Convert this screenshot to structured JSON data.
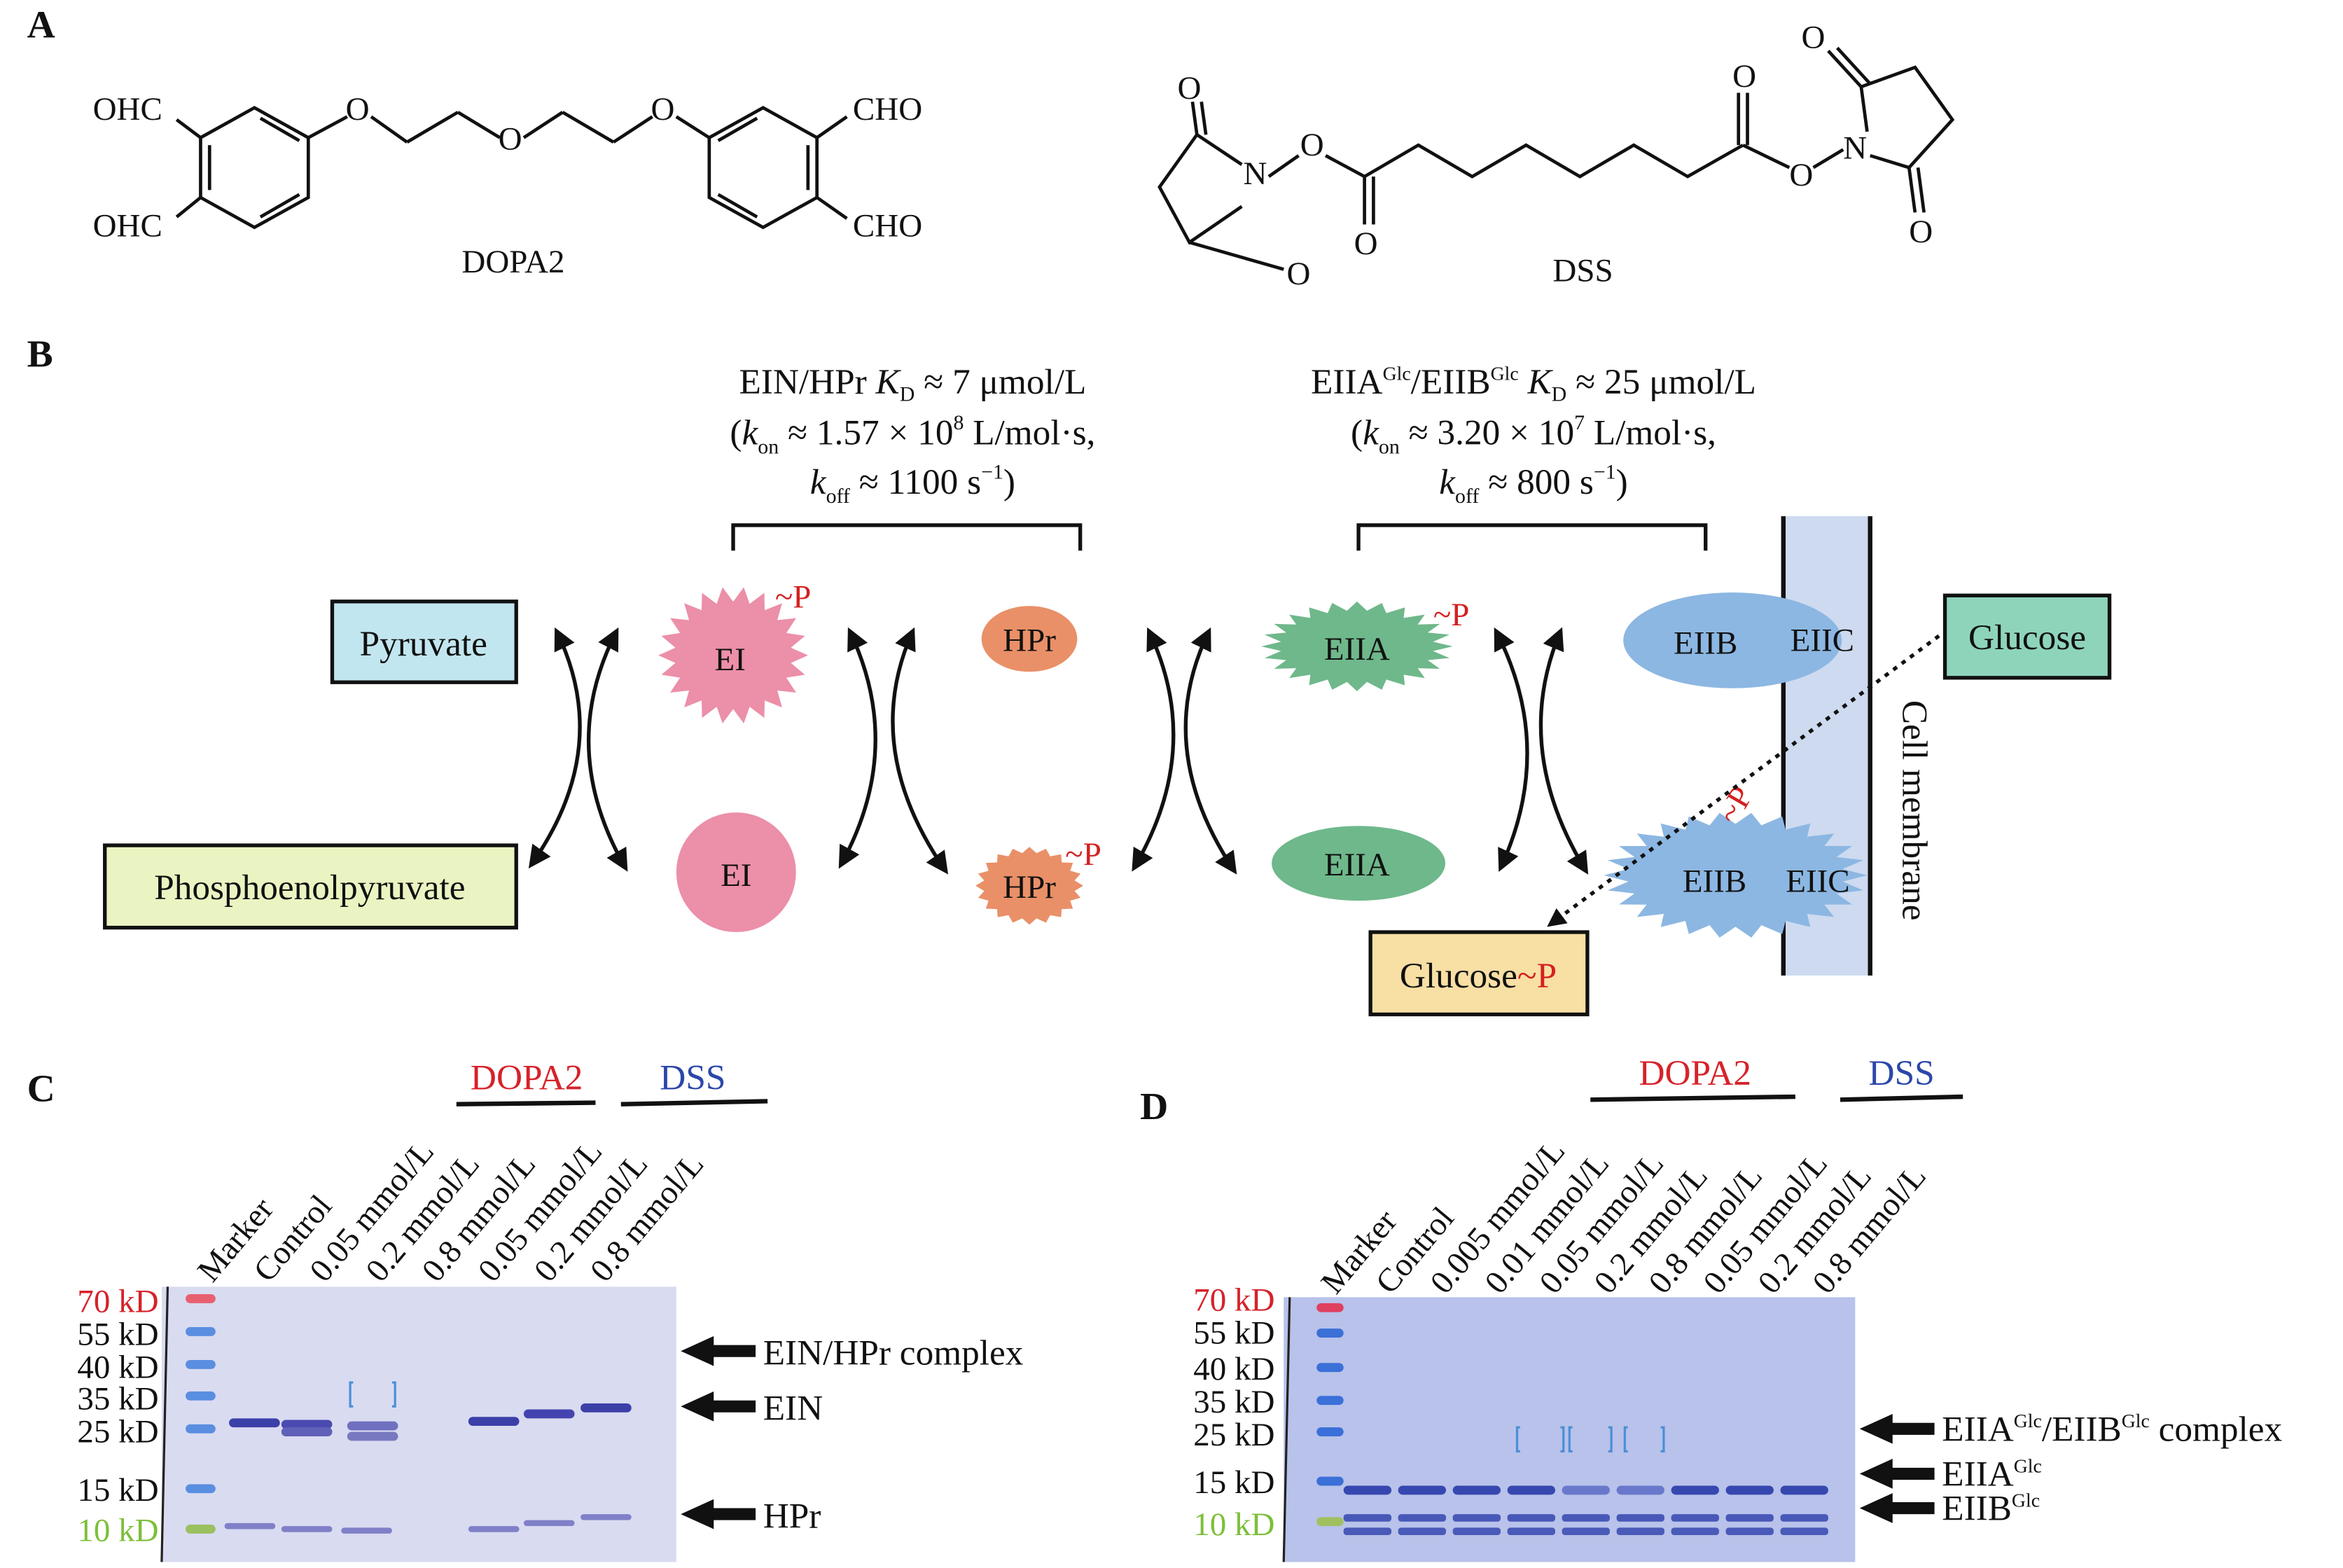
{
  "panels": {
    "a": "A",
    "b": "B",
    "c": "C",
    "d": "D"
  },
  "panel_a": {
    "dopa2": {
      "name": "DOPA2",
      "ohc_top": "OHC",
      "ohc_bottom": "OHC",
      "cho_top": "CHO",
      "cho_bottom": "CHO",
      "o1": "O",
      "o2": "O",
      "o3": "O"
    },
    "dss": {
      "name": "DSS",
      "n_left": "N",
      "n_right": "N",
      "o_ring_lt": "O",
      "o_ring_lb": "O",
      "o_ester_l": "O",
      "o_carb_l": "O",
      "o_carb_r": "O",
      "o_ester_r": "O",
      "o_ring_rt": "O",
      "o_ring_rb": "O"
    }
  },
  "panel_b": {
    "kinetics_left": {
      "line1_prefix": "EIN/HPr ",
      "k": "K",
      "k_sub": "D",
      "line1_suffix": " ≈ 7 μmol/L",
      "line2_open": "(",
      "kon": "k",
      "kon_sub": "on",
      "line2_rest": " ≈ 1.57 × 10",
      "line2_exp": "8",
      "line2_unit": " L/mol·s,",
      "koff": "k",
      "koff_sub": "off",
      "line3_rest": " ≈ 1100 s",
      "line3_exp": "−1",
      "line3_close": ")"
    },
    "kinetics_right": {
      "eiia": "EIIA",
      "eiia_sup": "Glc",
      "slash_eiib": "/EIIB",
      "eiib_sup": "Glc",
      "k": " K",
      "k_sub": "D",
      "line1_suffix": " ≈ 25 μmol/L",
      "line2_open": "(",
      "kon": "k",
      "kon_sub": "on",
      "line2_rest": " ≈ 3.20 × 10",
      "line2_exp": "7",
      "line2_unit": " L/mol·s,",
      "koff": "k",
      "koff_sub": "off",
      "line3_rest": " ≈ 800 s",
      "line3_exp": "−1",
      "line3_close": ")"
    },
    "boxes": {
      "pyruvate": "Pyruvate",
      "pep": "Phosphoenolpyruvate",
      "glucose": "Glucose",
      "glucose_p": "Glucose",
      "glucose_p_suffix": "~P"
    },
    "proteins": {
      "ei_p": "EI",
      "ei": "EI",
      "hpr": "HPr",
      "hpr_p": "HPr",
      "eiia_p": "EIIA",
      "eiia": "EIIA",
      "eiib_top": "EIIB",
      "eiic_top": "EIIC",
      "eiib_p": "EIIB",
      "eiic_p": "EIIC",
      "phospho": "~P"
    },
    "membrane_label": "Cell membrane",
    "colors": {
      "pyruvate": "#c2e6ef",
      "pep": "#eaf4c2",
      "glucose": "#8ed4bb",
      "glucose_p": "#f8dfa4",
      "ei": "#ec8fa9",
      "hpr": "#e99068",
      "eiia": "#6fb88b",
      "eiibc": "#8cb7e2",
      "membrane": "#cddaf0",
      "phospho": "#d42020"
    }
  },
  "panel_c": {
    "group_dopa2": "DOPA2",
    "group_dss": "DSS",
    "lanes": [
      "Marker",
      "Control",
      "0.05 mmol/L",
      "0.2 mmol/L",
      "0.8 mmol/L",
      "0.05 mmol/L",
      "0.2 mmol/L",
      "0.8 mmol/L"
    ],
    "markers": [
      "70 kD",
      "55 kD",
      "40 kD",
      "35 kD",
      "25 kD",
      "15 kD",
      "10 kD"
    ],
    "arrows": [
      "EIN/HPr complex",
      "EIN",
      "HPr"
    ]
  },
  "panel_d": {
    "group_dopa2": "DOPA2",
    "group_dss": "DSS",
    "lanes": [
      "Marker",
      "Control",
      "0.005 mmol/L",
      "0.01 mmol/L",
      "0.05 mmol/L",
      "0.2 mmol/L",
      "0.8 mmol/L",
      "0.05 mmol/L",
      "0.2 mmol/L",
      "0.8 mmol/L"
    ],
    "markers": [
      "70 kD",
      "55 kD",
      "40 kD",
      "35 kD",
      "25 kD",
      "15 kD",
      "10 kD"
    ],
    "arrows": {
      "complex_a": "EIIA",
      "complex_a_sup": "Glc",
      "complex_b": "/EIIB",
      "complex_b_sup": "Glc",
      "complex_suffix": " complex",
      "eiia": "EIIA",
      "eiia_sup": "Glc",
      "eiib": "EIIB",
      "eiib_sup": "Glc"
    }
  },
  "colors": {
    "red": "#d6222a",
    "blue": "#2b47a8",
    "green": "#7dbf3a"
  }
}
